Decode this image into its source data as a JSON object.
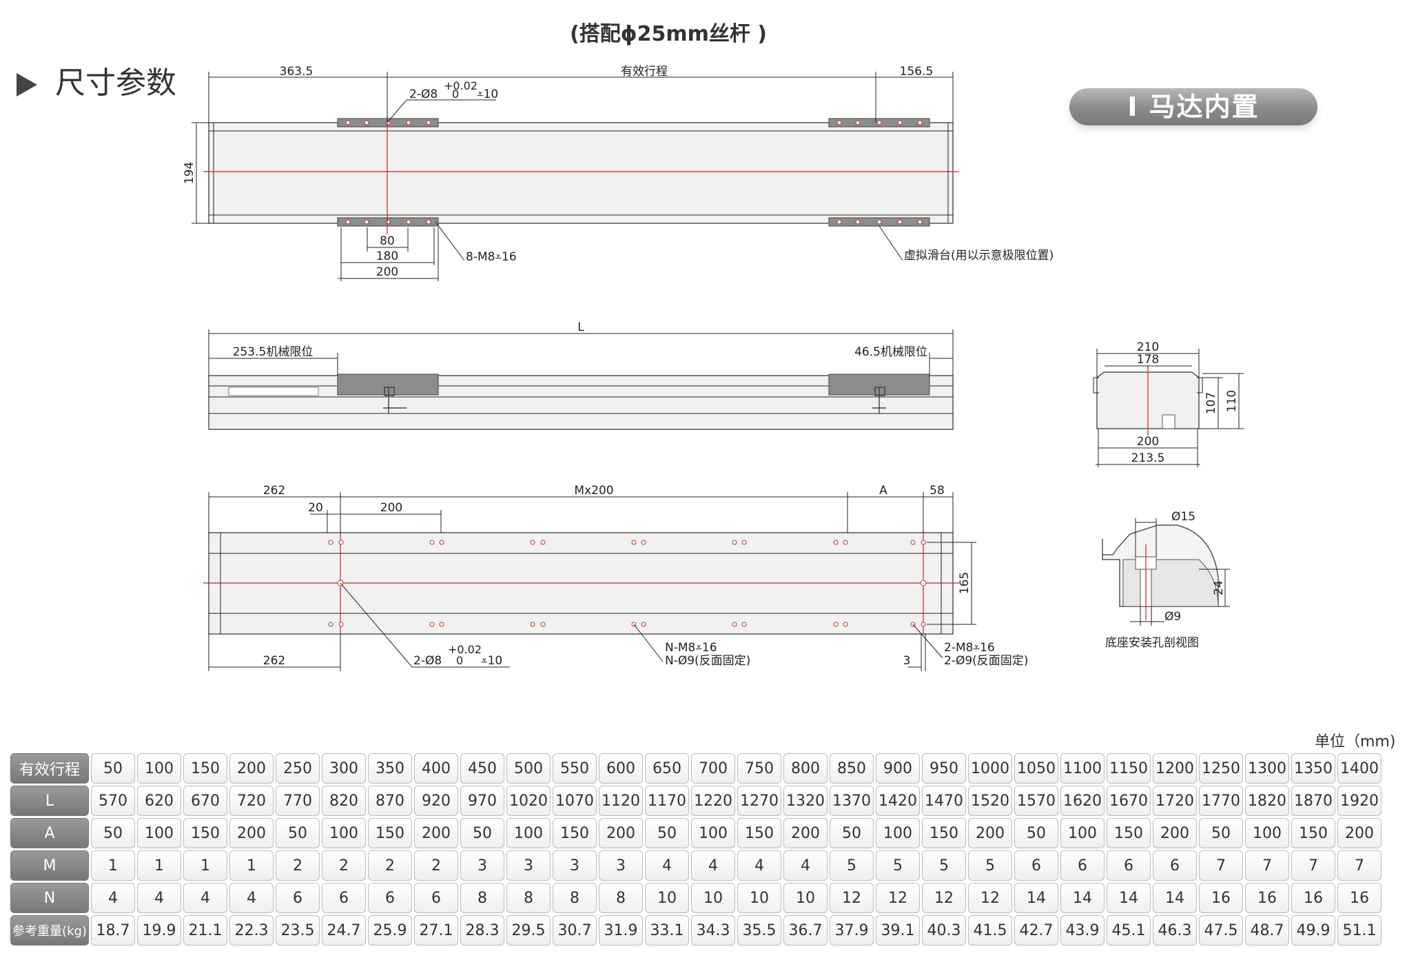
{
  "subtitle": "(搭配ϕ25mm丝杆 )",
  "section_title": "尺寸参数",
  "badge": "I 马达内置",
  "unit_label": "单位（mm)",
  "top_view": {
    "dim_left": "363.5",
    "dim_stroke": "有效行程",
    "dim_right": "156.5",
    "dim_height": "194",
    "pin_label": "2-Ø8",
    "pin_tol_upper": "+0.02",
    "pin_tol_lower": "0",
    "pin_depth": "⩡10",
    "tap_label": "8-M8⩡16",
    "dim_80": "80",
    "dim_180": "180",
    "dim_200": "200",
    "virtual_slide": "虚拟滑台(用以示意极限位置)"
  },
  "side_view": {
    "dim_L": "L",
    "left_limit": "253.5机械限位",
    "right_limit": "46.5机械限位"
  },
  "end_view": {
    "dim_210": "210",
    "dim_178": "178",
    "dim_107": "107",
    "dim_110": "110",
    "dim_200": "200",
    "dim_213_5": "213.5"
  },
  "bottom_view": {
    "dim_262_top": "262",
    "dim_mx200": "Mx200",
    "dim_A": "A",
    "dim_58": "58",
    "dim_20": "20",
    "dim_200": "200",
    "dim_165": "165",
    "dim_262_bottom": "262",
    "pin_label": "2-Ø8",
    "pin_tol_upper": "+0.02",
    "pin_tol_lower": "0",
    "pin_depth": "⩡10",
    "n_tap": "N-M8⩡16",
    "n_hole": "N-Ø9(反面固定)",
    "dim_3": "3",
    "two_tap": "2-M8⩡16",
    "two_hole": "2-Ø9(反面固定)"
  },
  "section_view": {
    "dim_15": "Ø15",
    "dim_24": "24",
    "dim_9": "Ø9",
    "caption": "底座安装孔剖视图"
  },
  "table": {
    "rows": [
      {
        "label": "有效行程",
        "values": [
          "50",
          "100",
          "150",
          "200",
          "250",
          "300",
          "350",
          "400",
          "450",
          "500",
          "550",
          "600",
          "650",
          "700",
          "750",
          "800",
          "850",
          "900",
          "950",
          "1000",
          "1050",
          "1100",
          "1150",
          "1200",
          "1250",
          "1300",
          "1350",
          "1400"
        ]
      },
      {
        "label": "L",
        "values": [
          "570",
          "620",
          "670",
          "720",
          "770",
          "820",
          "870",
          "920",
          "970",
          "1020",
          "1070",
          "1120",
          "1170",
          "1220",
          "1270",
          "1320",
          "1370",
          "1420",
          "1470",
          "1520",
          "1570",
          "1620",
          "1670",
          "1720",
          "1770",
          "1820",
          "1870",
          "1920"
        ]
      },
      {
        "label": "A",
        "values": [
          "50",
          "100",
          "150",
          "200",
          "50",
          "100",
          "150",
          "200",
          "50",
          "100",
          "150",
          "200",
          "50",
          "100",
          "150",
          "200",
          "50",
          "100",
          "150",
          "200",
          "50",
          "100",
          "150",
          "200",
          "50",
          "100",
          "150",
          "200"
        ]
      },
      {
        "label": "M",
        "values": [
          "1",
          "1",
          "1",
          "1",
          "2",
          "2",
          "2",
          "2",
          "3",
          "3",
          "3",
          "3",
          "4",
          "4",
          "4",
          "4",
          "5",
          "5",
          "5",
          "5",
          "6",
          "6",
          "6",
          "6",
          "7",
          "7",
          "7",
          "7"
        ]
      },
      {
        "label": "N",
        "values": [
          "4",
          "4",
          "4",
          "4",
          "6",
          "6",
          "6",
          "6",
          "8",
          "8",
          "8",
          "8",
          "10",
          "10",
          "10",
          "10",
          "12",
          "12",
          "12",
          "12",
          "14",
          "14",
          "14",
          "14",
          "16",
          "16",
          "16",
          "16"
        ]
      },
      {
        "label": "参考重量(kg)",
        "values": [
          "18.7",
          "19.9",
          "21.1",
          "22.3",
          "23.5",
          "24.7",
          "25.9",
          "27.1",
          "28.3",
          "29.5",
          "30.7",
          "31.9",
          "33.1",
          "34.3",
          "35.5",
          "36.7",
          "37.9",
          "39.1",
          "40.3",
          "41.5",
          "42.7",
          "43.9",
          "45.1",
          "46.3",
          "47.5",
          "48.7",
          "49.9",
          "51.1"
        ]
      }
    ]
  }
}
